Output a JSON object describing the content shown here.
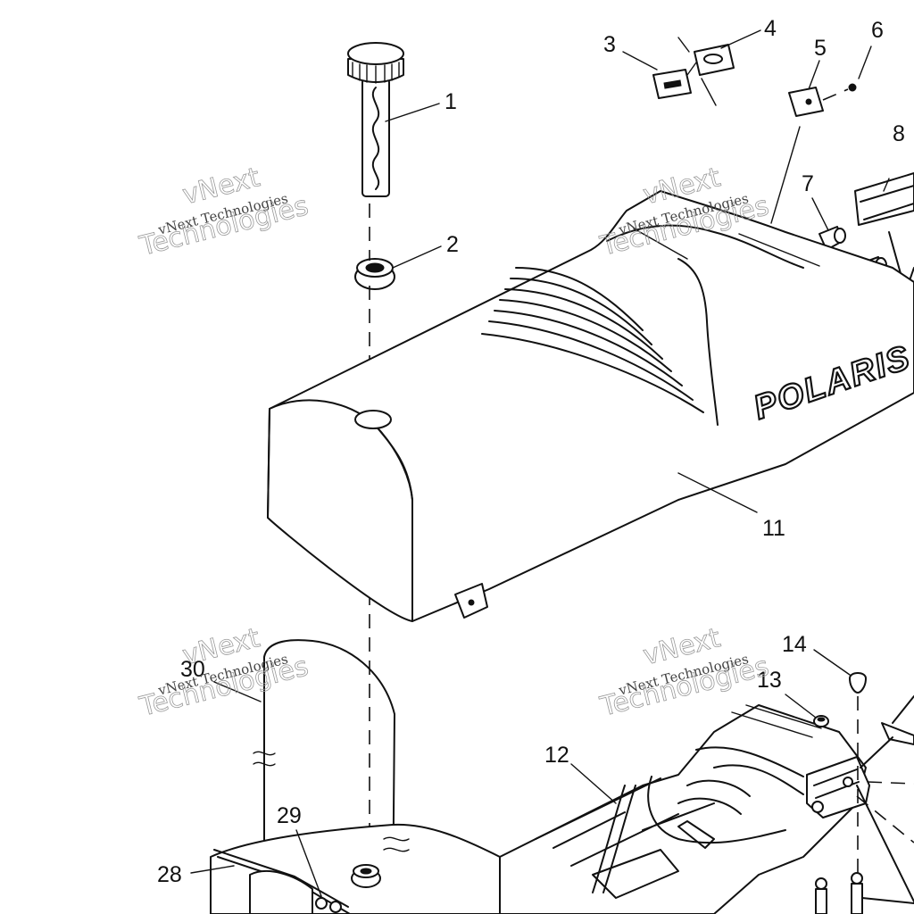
{
  "diagram": {
    "brand_logo": "POLARIS",
    "watermark": {
      "line1": "vNext",
      "line2": "vNext Technologies",
      "line3": "Technologies"
    },
    "callouts": [
      {
        "id": "1",
        "label": "1"
      },
      {
        "id": "2",
        "label": "2"
      },
      {
        "id": "3",
        "label": "3"
      },
      {
        "id": "4",
        "label": "4"
      },
      {
        "id": "5",
        "label": "5"
      },
      {
        "id": "6",
        "label": "6"
      },
      {
        "id": "7",
        "label": "7"
      },
      {
        "id": "8",
        "label": "8"
      },
      {
        "id": "11",
        "label": "11"
      },
      {
        "id": "12",
        "label": "12"
      },
      {
        "id": "13",
        "label": "13"
      },
      {
        "id": "14",
        "label": "14"
      },
      {
        "id": "28",
        "label": "28"
      },
      {
        "id": "29",
        "label": "29"
      },
      {
        "id": "30",
        "label": "30"
      }
    ]
  }
}
